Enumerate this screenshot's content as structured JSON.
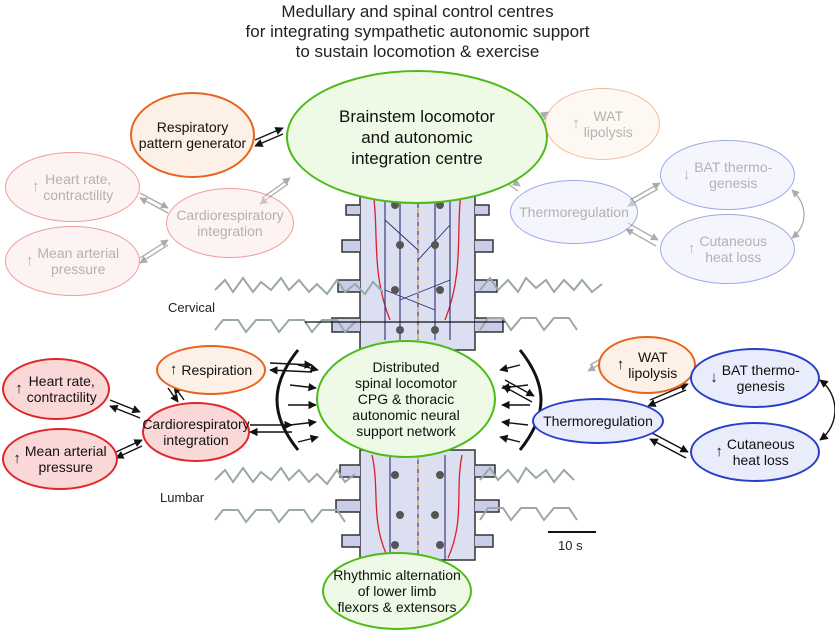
{
  "title": "Medullary and spinal control centres\nfor integrating sympathetic autonomic support\nto sustain locomotion & exercise",
  "colors": {
    "green": "#4cbb17",
    "orange": "#e8641e",
    "red": "#e0262a",
    "blue": "#2a3fc9",
    "cord_fill": "#dcdff2",
    "trace": "#9aa9a6"
  },
  "nodes": {
    "brainstem": "Brainstem locomotor\nand autonomic\nintegration centre",
    "respiratory_generator": "Respiratory\npattern generator",
    "heart_rate_top": "Heart rate,\ncontractility",
    "cardio_top": "Cardiorespiratory\nintegration",
    "map_top": "Mean arterial\npressure",
    "wat_top": "WAT\nlipolysis",
    "bat_top": "BAT thermo-\ngenesis",
    "thermo_top": "Thermoregulation",
    "cutaneous_top": "Cutaneous\nheat loss",
    "spinal_cpg": "Distributed\nspinal locomotor\nCPG & thoracic\nautonomic neural\nsupport network",
    "respiration": "Respiration",
    "heart_rate_bottom": "Heart rate,\ncontractility",
    "cardio_bottom": "Cardiorespiratory\nintegration",
    "map_bottom": "Mean arterial\npressure",
    "wat_bottom": "WAT\nlipolysis",
    "bat_bottom": "BAT thermo-\ngenesis",
    "thermo_bottom": "Thermoregulation",
    "cutaneous_bottom": "Cutaneous\nheat loss",
    "rhythmic": "Rhythmic alternation\nof lower limb\nflexors & extensors"
  },
  "labels": {
    "cervical": "Cervical",
    "lumbar": "Lumbar",
    "scale": "10 s"
  }
}
